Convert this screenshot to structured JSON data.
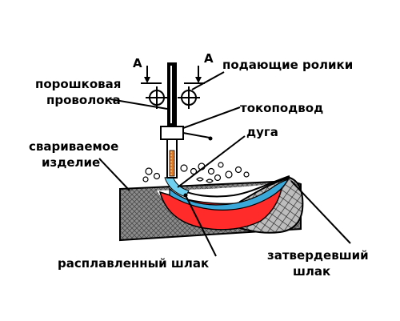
{
  "labels": {
    "section_mark_left": "A",
    "section_mark_right": "A",
    "feed_rollers": "подающие ролики",
    "flux_wire_line1": "порошковая",
    "flux_wire_line2": "проволока",
    "current_lead": "токоподвод",
    "arc": "дуга",
    "workpiece_line1": "свариваемое",
    "workpiece_line2": "изделие",
    "molten_slag": "расплавленный шлак",
    "solid_slag_line1": "затвердевший",
    "solid_slag_line2": "шлак"
  },
  "colors": {
    "outline": "#000000",
    "weld_pool": "#ff2a2a",
    "molten_slag": "#3aa8d8",
    "core": "#e07a2a",
    "solid_slag": "#9a9a9a"
  }
}
